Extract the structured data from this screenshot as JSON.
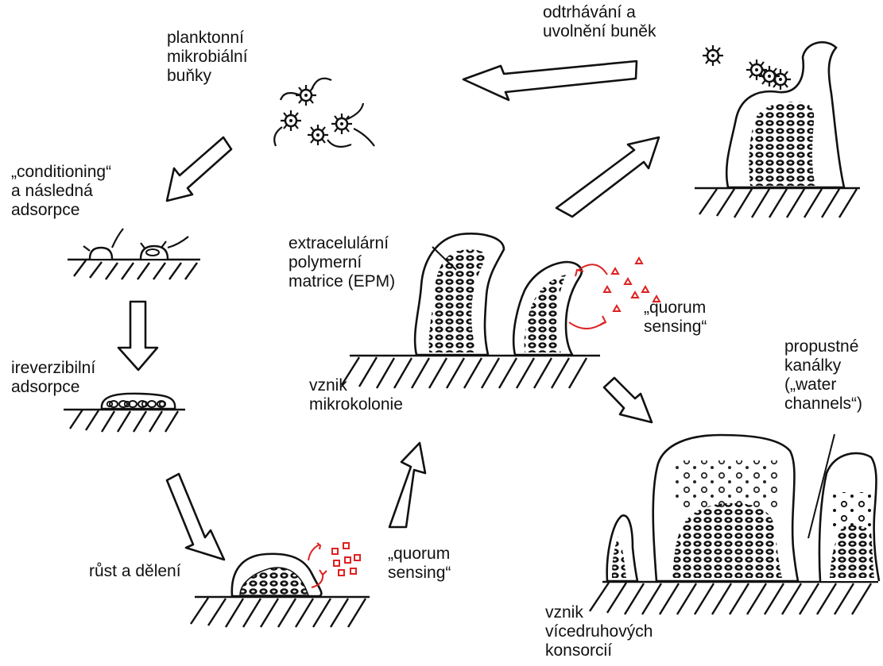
{
  "labels": {
    "planktonic": [
      "planktonní",
      "mikrobiální",
      "buňky"
    ],
    "detachment": [
      "odtrhávání a",
      "uvolnění buněk"
    ],
    "conditioning": [
      "„conditioning“",
      "a následná",
      "adsorpce"
    ],
    "irreversible": [
      "ireverzibilní",
      "adsorpce"
    ],
    "growth": "růst a dělení",
    "quorum_bottom": [
      "„quorum",
      "sensing“"
    ],
    "epm": [
      "extracelulární",
      "polymerní",
      "matrice (EPM)"
    ],
    "quorum_middle": [
      "„quorum",
      "sensing“"
    ],
    "microcolony": [
      "vznik",
      "mikrokolonie"
    ],
    "channels": [
      "propustné",
      "kanálky",
      "(„water",
      "channels“)"
    ],
    "consortia": [
      "vznik",
      "vícedruhových",
      "konsorcií"
    ]
  },
  "colors": {
    "ink": "#111111",
    "signal": "#dd2222"
  }
}
